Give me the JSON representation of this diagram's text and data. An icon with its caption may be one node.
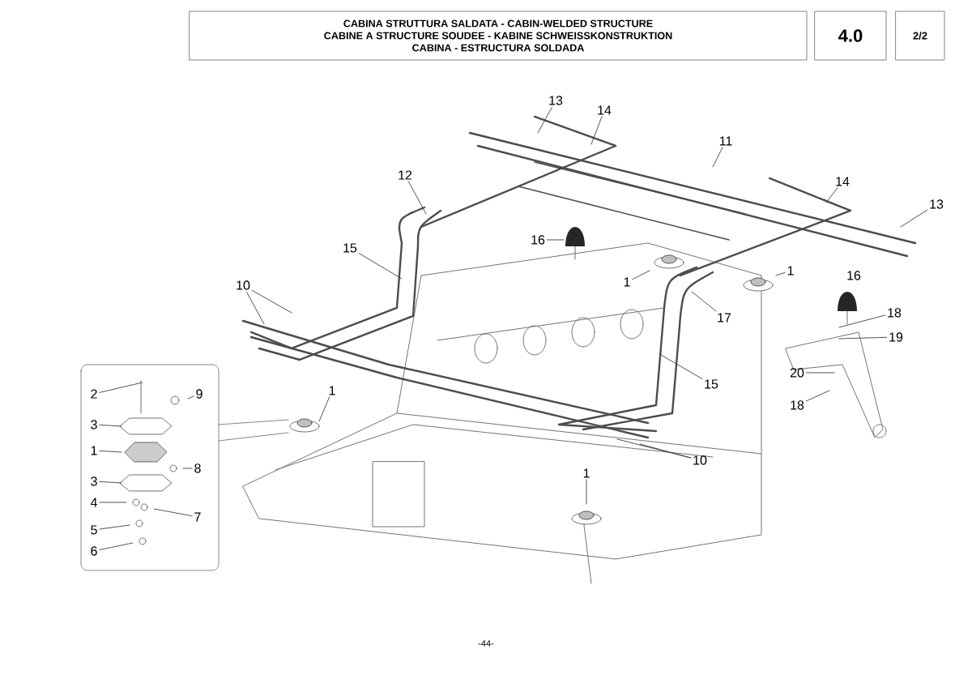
{
  "diagram": {
    "nodes": [
      {
        "text": [
          "CABINA STRUTTURA SALDATA - CABIN-WELDED STRUCTURE",
          "CABINE A STRUCTURE SOUDEE - KABINE SCHWEISSKONSTRUKTION",
          "CABINA - ESTRUCTURA SOLDADA"
        ]
      },
      {
        "text": [
          "4.0"
        ]
      },
      {
        "text": [
          "2/2"
        ]
      },
      {
        "text": [
          "13"
        ]
      },
      {
        "text": [
          "14"
        ]
      },
      {
        "text": [
          "11"
        ]
      },
      {
        "text": [
          "12"
        ]
      },
      {
        "text": [
          "14"
        ]
      },
      {
        "text": [
          "13"
        ]
      },
      {
        "text": [
          "16"
        ]
      },
      {
        "text": [
          "15"
        ]
      },
      {
        "text": [
          "1"
        ]
      },
      {
        "text": [
          "1"
        ]
      },
      {
        "text": [
          "10"
        ]
      },
      {
        "text": [
          "18"
        ]
      },
      {
        "text": [
          "17"
        ]
      },
      {
        "text": [
          "19"
        ]
      },
      {
        "text": [
          "20"
        ]
      },
      {
        "text": [
          "15"
        ]
      },
      {
        "text": [
          "2"
        ]
      },
      {
        "text": [
          "9"
        ]
      },
      {
        "text": [
          "1"
        ]
      },
      {
        "text": [
          "18"
        ]
      },
      {
        "text": [
          "3"
        ]
      },
      {
        "text": [
          "1"
        ]
      },
      {
        "text": [
          "10"
        ]
      },
      {
        "text": [
          "8"
        ]
      },
      {
        "text": [
          "1"
        ]
      },
      {
        "text": [
          "3"
        ]
      },
      {
        "text": [
          "4"
        ]
      },
      {
        "text": [
          "7"
        ]
      },
      {
        "text": [
          "5"
        ]
      },
      {
        "text": [
          "6"
        ]
      }
    ],
    "edges": [
      {
        "from": 3,
        "to": null,
        "arrow": "none"
      },
      {
        "from": 4,
        "to": null,
        "arrow": "none"
      },
      {
        "from": 5,
        "to": null,
        "arrow": "none"
      },
      {
        "from": 6,
        "to": null,
        "arrow": "none"
      },
      {
        "from": 7,
        "to": null,
        "arrow": "none"
      },
      {
        "from": 8,
        "to": null,
        "arrow": "none"
      },
      {
        "from": 9,
        "to": null,
        "arrow": "none"
      },
      {
        "from": 10,
        "to": null,
        "arrow": "none"
      },
      {
        "from": 11,
        "to": null,
        "arrow": "none"
      },
      {
        "from": 12,
        "to": null,
        "arrow": "none"
      },
      {
        "from": 13,
        "to": null,
        "arrow": "none"
      },
      {
        "from": 13,
        "to": null,
        "arrow": "none"
      },
      {
        "from": 14,
        "to": null,
        "arrow": "none"
      },
      {
        "from": 15,
        "to": null,
        "arrow": "none"
      },
      {
        "from": 16,
        "to": null,
        "arrow": "none"
      },
      {
        "from": 17,
        "to": null,
        "arrow": "none"
      },
      {
        "from": 18,
        "to": null,
        "arrow": "none"
      },
      {
        "from": 19,
        "to": null,
        "arrow": "none"
      },
      {
        "from": 20,
        "to": null,
        "arrow": "none"
      },
      {
        "from": 21,
        "to": null,
        "arrow": "none"
      },
      {
        "from": 22,
        "to": null,
        "arrow": "none"
      },
      {
        "from": 23,
        "to": null,
        "arrow": "none"
      },
      {
        "from": 24,
        "to": null,
        "arrow": "none"
      },
      {
        "from": 25,
        "to": null,
        "arrow": "none"
      },
      {
        "from": 25,
        "to": null,
        "arrow": "none"
      },
      {
        "from": 26,
        "to": null,
        "arrow": "none"
      },
      {
        "from": 27,
        "to": null,
        "arrow": "none"
      },
      {
        "from": 28,
        "to": null,
        "arrow": "none"
      },
      {
        "from": 29,
        "to": null,
        "arrow": "none"
      },
      {
        "from": 30,
        "to": null,
        "arrow": "none"
      },
      {
        "from": 31,
        "to": null,
        "arrow": "none"
      },
      {
        "from": 32,
        "to": null,
        "arrow": "none"
      }
    ],
    "labels": [
      "16",
      "-44-"
    ]
  }
}
